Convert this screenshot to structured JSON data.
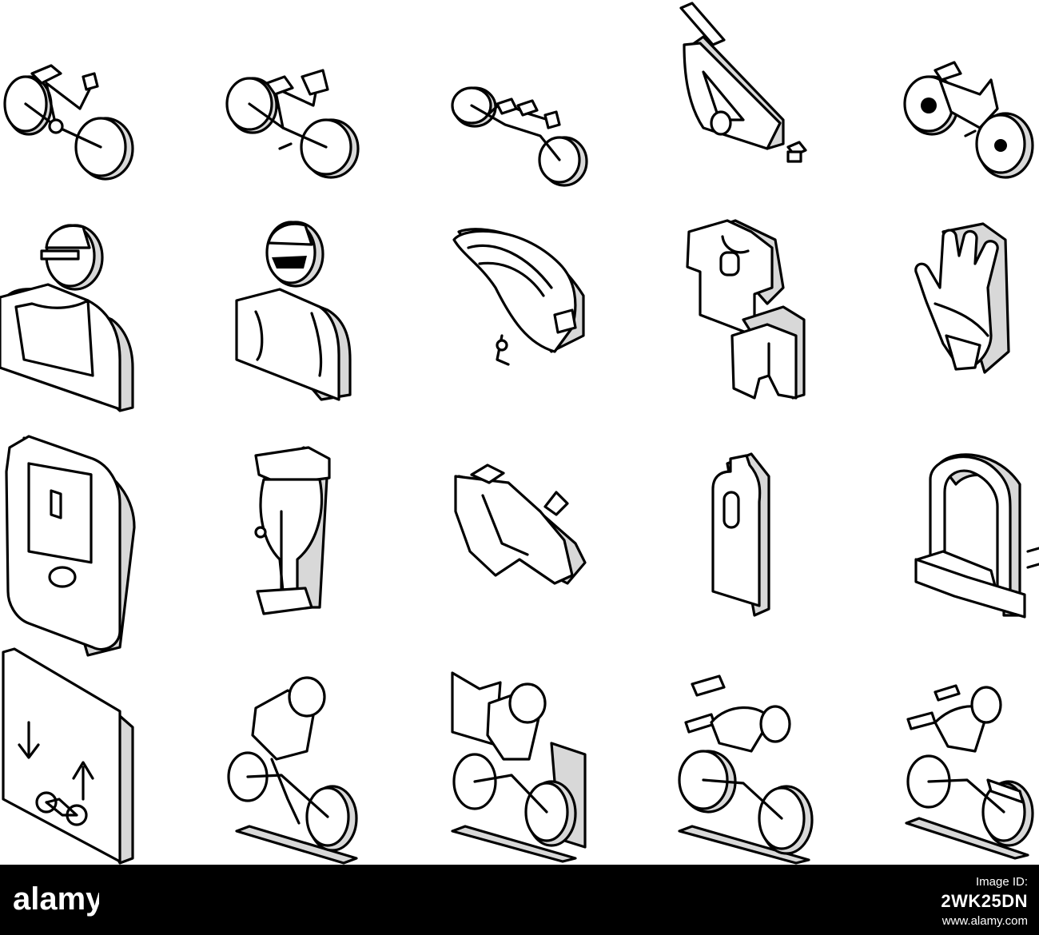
{
  "watermark": {
    "logo_text": "alamy"
  },
  "footer": {
    "image_id_label": "Image ID:",
    "image_id": "2WK25DN",
    "site": "www.alamy.com"
  },
  "icons": [
    {
      "name": "bicycle"
    },
    {
      "name": "city-bicycle"
    },
    {
      "name": "tandem-bicycle"
    },
    {
      "name": "bike-trailer"
    },
    {
      "name": "motorbike"
    },
    {
      "name": "cyclist-avatar"
    },
    {
      "name": "cyclist-with-glasses"
    },
    {
      "name": "cycling-helmet"
    },
    {
      "name": "cycling-uniform"
    },
    {
      "name": "cycling-glove"
    },
    {
      "name": "bike-computer"
    },
    {
      "name": "bike-pump"
    },
    {
      "name": "sport-glasses"
    },
    {
      "name": "water-bottle"
    },
    {
      "name": "u-lock"
    },
    {
      "name": "bike-lane-sign"
    },
    {
      "name": "cyclist-riding"
    },
    {
      "name": "cyclist-finish-flag"
    },
    {
      "name": "racing-cyclist"
    },
    {
      "name": "speed-cyclist"
    }
  ]
}
